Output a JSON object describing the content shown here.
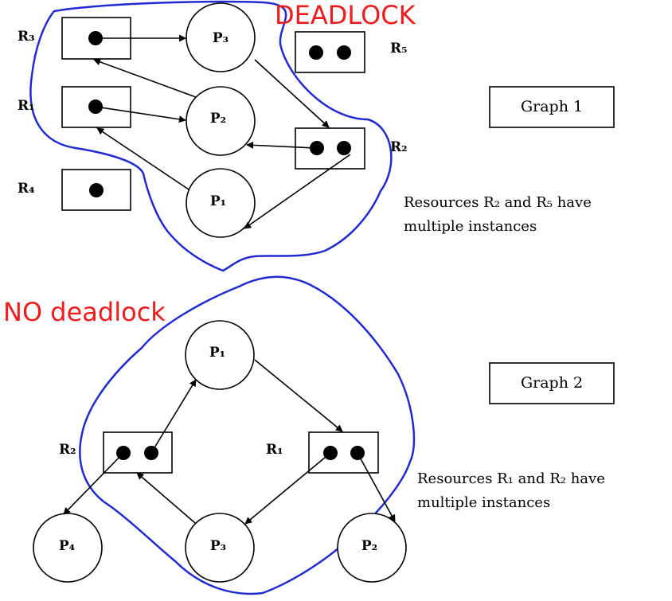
{
  "colors": {
    "banner": "#ee1c1c",
    "cycle_outline": "#1f2bd0"
  },
  "graph1": {
    "status": "DEADLOCK",
    "title": "Graph 1",
    "note_line1": "Resources R₂ and R₅ have",
    "note_line2": "multiple instances",
    "processes": [
      "P₃",
      "P₂",
      "P₁"
    ],
    "resources": [
      "R₃",
      "R₁",
      "R₄",
      "R₅",
      "R₂"
    ]
  },
  "graph2": {
    "status": "NO deadlock",
    "title": "Graph 2",
    "note_line1": "Resources R₁ and R₂ have",
    "note_line2": "multiple instances",
    "processes": [
      "P₁",
      "P₄",
      "P₃",
      "P₂"
    ],
    "resources": [
      "R₂",
      "R₁"
    ]
  }
}
